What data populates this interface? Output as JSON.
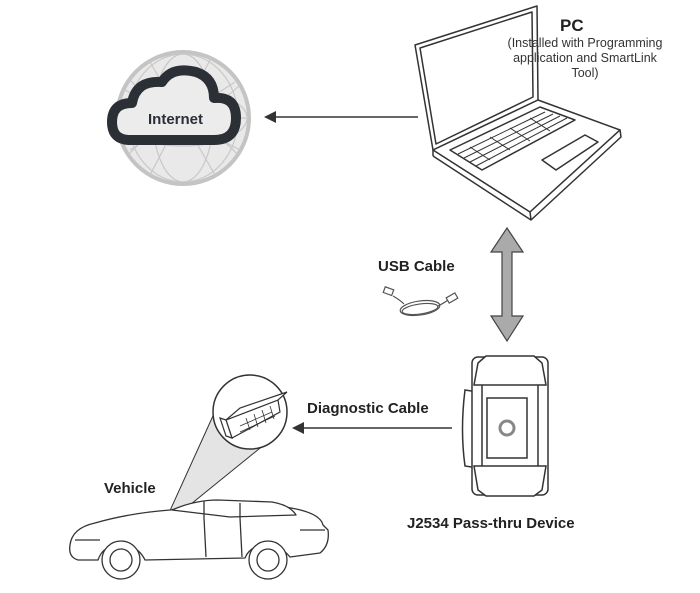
{
  "nodes": {
    "pc": {
      "title": "PC",
      "subtitle_lines": [
        "(Installed with Programming",
        "application and SmartLink",
        "Tool)"
      ]
    },
    "internet": {
      "label": "Internet"
    },
    "usb_cable": {
      "label": "USB Cable"
    },
    "diagnostic_cable": {
      "label": "Diagnostic Cable"
    },
    "vehicle": {
      "label": "Vehicle"
    },
    "device": {
      "label": "J2534 Pass-thru Device"
    }
  },
  "connections": [
    {
      "from": "pc",
      "to": "internet",
      "style": "single-arrow"
    },
    {
      "from": "pc",
      "to": "device",
      "via": "usb_cable",
      "style": "double-arrow"
    },
    {
      "from": "device",
      "to": "vehicle",
      "via": "diagnostic_cable",
      "style": "single-arrow"
    }
  ],
  "colors": {
    "line": "#333333",
    "arrow_fill": "#aaaaaa",
    "cloud_stroke": "#2b2f36",
    "globe": "#bdbdbd"
  }
}
